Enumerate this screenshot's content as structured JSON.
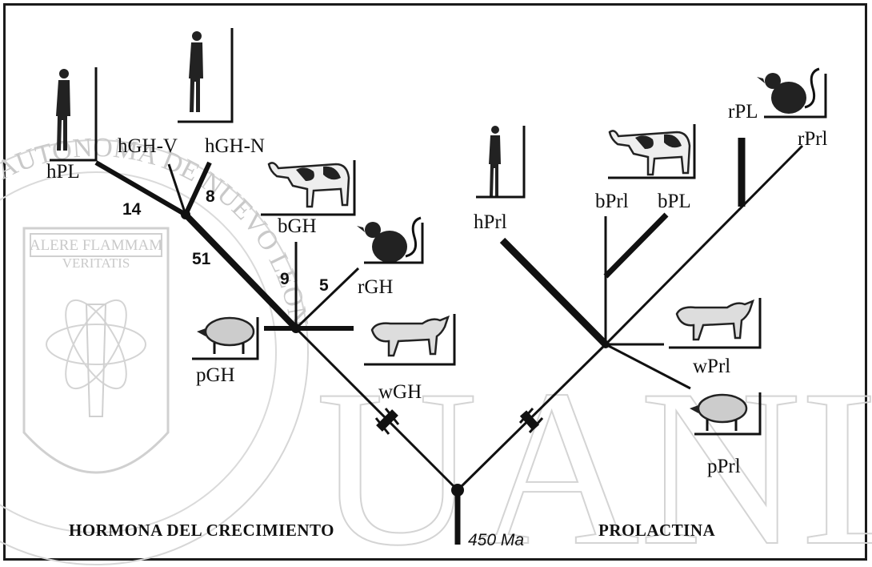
{
  "titles": {
    "growth_hormone": "HORMONA DEL CRECIMIENTO",
    "prolactin": "PROLACTINA"
  },
  "root_age": "450 Ma",
  "watermark": {
    "letters": "UANL",
    "motto_line1": "ALERE FLAMMAM",
    "motto_line2": "VERITATIS",
    "arc_text": "UNIVERSIDAD AUTONOMA DE NUEVO LEON"
  },
  "taxa": {
    "hPL": "hPL",
    "hGH_V": "hGH-V",
    "hGH_N": "hGH-N",
    "bGH": "bGH",
    "rGH": "rGH",
    "pGH": "pGH",
    "wGH": "wGH",
    "hPrl": "hPrl",
    "bPrl": "bPrl",
    "bPL": "bPL",
    "rPL": "rPL",
    "rPrl": "rPrl",
    "wPrl": "wPrl",
    "pPrl": "pPrl"
  },
  "branch_numbers": {
    "n14": "14",
    "n8": "8",
    "n51": "51",
    "n9": "9",
    "n5": "5"
  },
  "animals": [
    "human",
    "human",
    "cow",
    "rat",
    "pig",
    "wolf",
    "human",
    "cow",
    "rat",
    "wolf",
    "pig"
  ],
  "colors": {
    "ink": "#111111",
    "watermark": "#cfcfcf"
  }
}
